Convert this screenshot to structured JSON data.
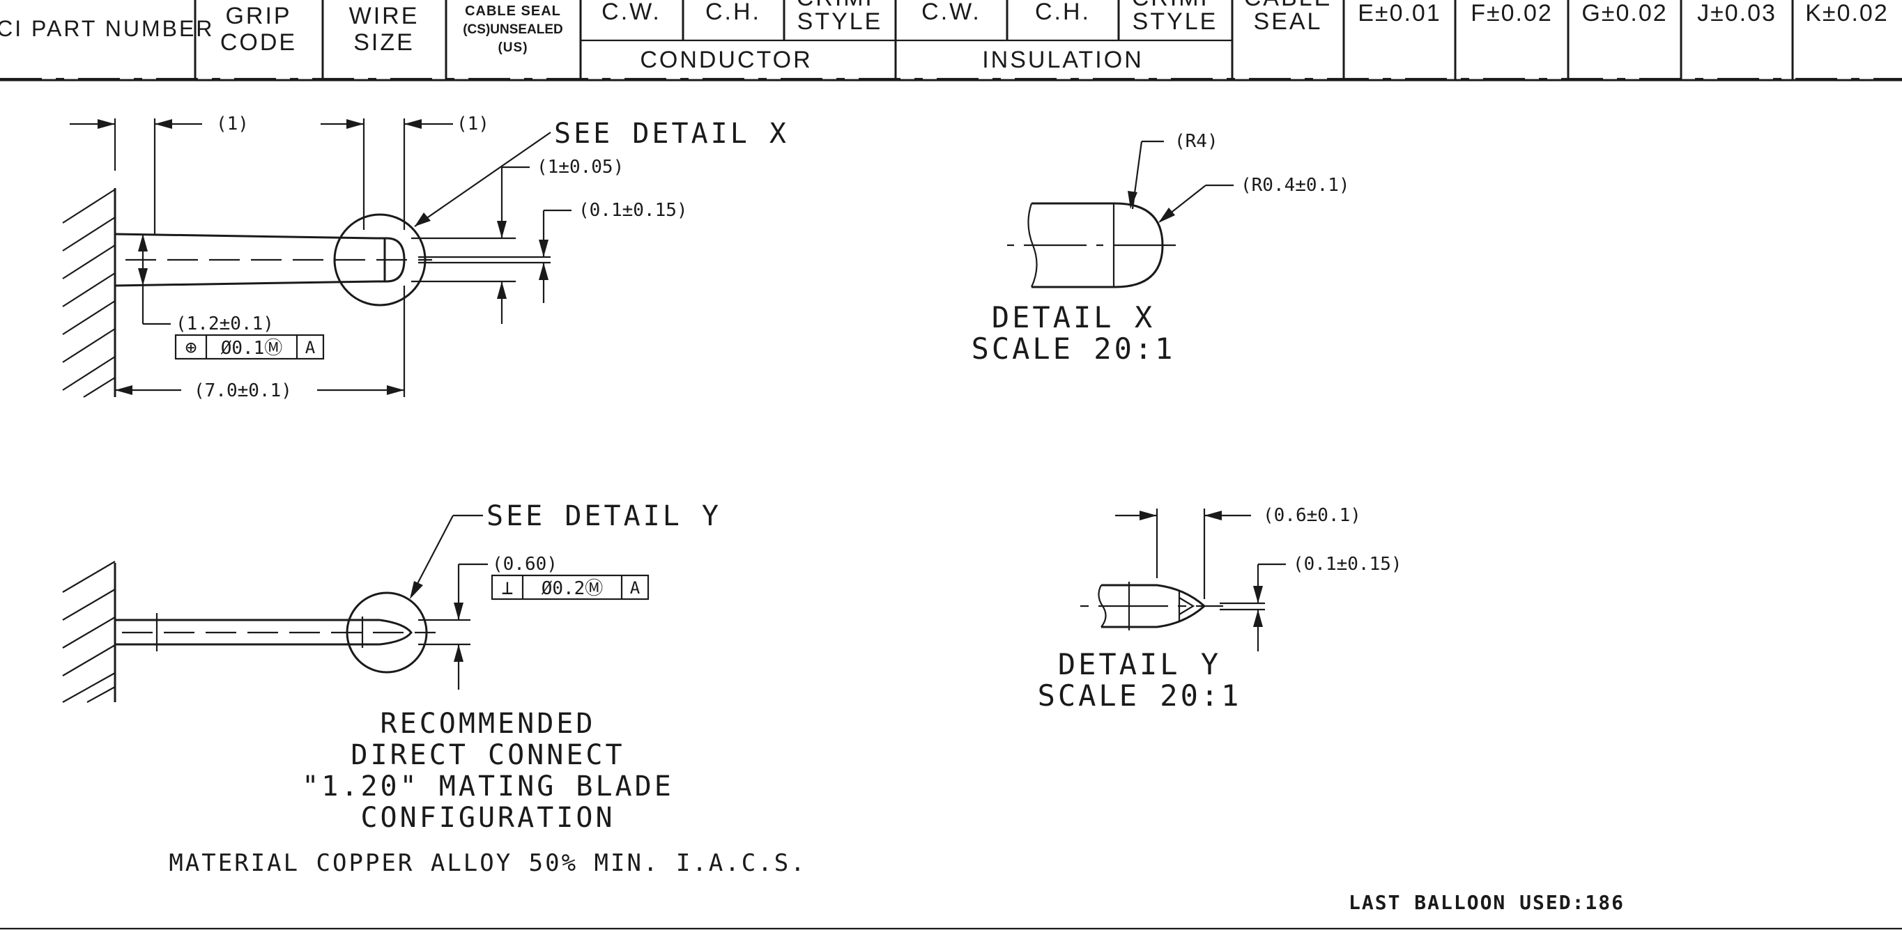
{
  "header": {
    "part_number": "FCI PART NUMBER",
    "grip_code_1": "GRIP",
    "grip_code_2": "CODE",
    "wire_size_1": "WIRE",
    "wire_size_2": "SIZE",
    "cable_seal_1": "CABLE SEAL",
    "cable_seal_2": "(CS)UNSEALED",
    "cable_seal_3": "(US)",
    "cond_cw": "C.W.",
    "cond_ch": "C.H.",
    "cond_crimp_1": "CRIMP",
    "cond_crimp_2": "STYLE",
    "ins_cw": "C.W.",
    "ins_ch": "C.H.",
    "ins_crimp_1": "CRIMP",
    "ins_crimp_2": "STYLE",
    "cable_1": "CABLE",
    "cable_2": "SEAL",
    "tol_e": "E±0.01",
    "tol_f": "F±0.02",
    "tol_g": "G±0.02",
    "tol_j": "J±0.03",
    "tol_k": "K±0.02",
    "conductor": "CONDUCTOR",
    "insulation": "INSULATION"
  },
  "top_view": {
    "dim_left": "(1)",
    "dim_right": "(1)",
    "see_detail": "SEE DETAIL  X",
    "dim_1": "(1±0.05)",
    "dim_2": "(0.1±0.15)",
    "dim_width": "(1.2±0.1)",
    "fcf_symbol": "⊕",
    "fcf_value": "Ø0.1Ⓜ",
    "fcf_datum": "A",
    "dim_length": "(7.0±0.1)"
  },
  "detail_x": {
    "radius_1": "(R4)",
    "radius_2": "(R0.4±0.1)",
    "title": "DETAIL  X",
    "scale": "SCALE  20:1"
  },
  "bottom_view": {
    "see_detail": "SEE DETAIL  Y",
    "dim_1": "(0.60)",
    "fcf_symbol": "⊥",
    "fcf_value": "Ø0.2Ⓜ",
    "fcf_datum": "A",
    "caption_1": "RECOMMENDED",
    "caption_2": "DIRECT CONNECT",
    "caption_3": "\"1.20\" MATING BLADE",
    "caption_4": "CONFIGURATION",
    "material": "MATERIAL COPPER ALLOY 50% MIN. I.A.C.S."
  },
  "detail_y": {
    "dim_1": "(0.6±0.1)",
    "dim_2": "(0.1±0.15)",
    "title": "DETAIL  Y",
    "scale": "SCALE  20:1"
  },
  "footer": {
    "last_balloon": "LAST BALLOON USED:186"
  }
}
